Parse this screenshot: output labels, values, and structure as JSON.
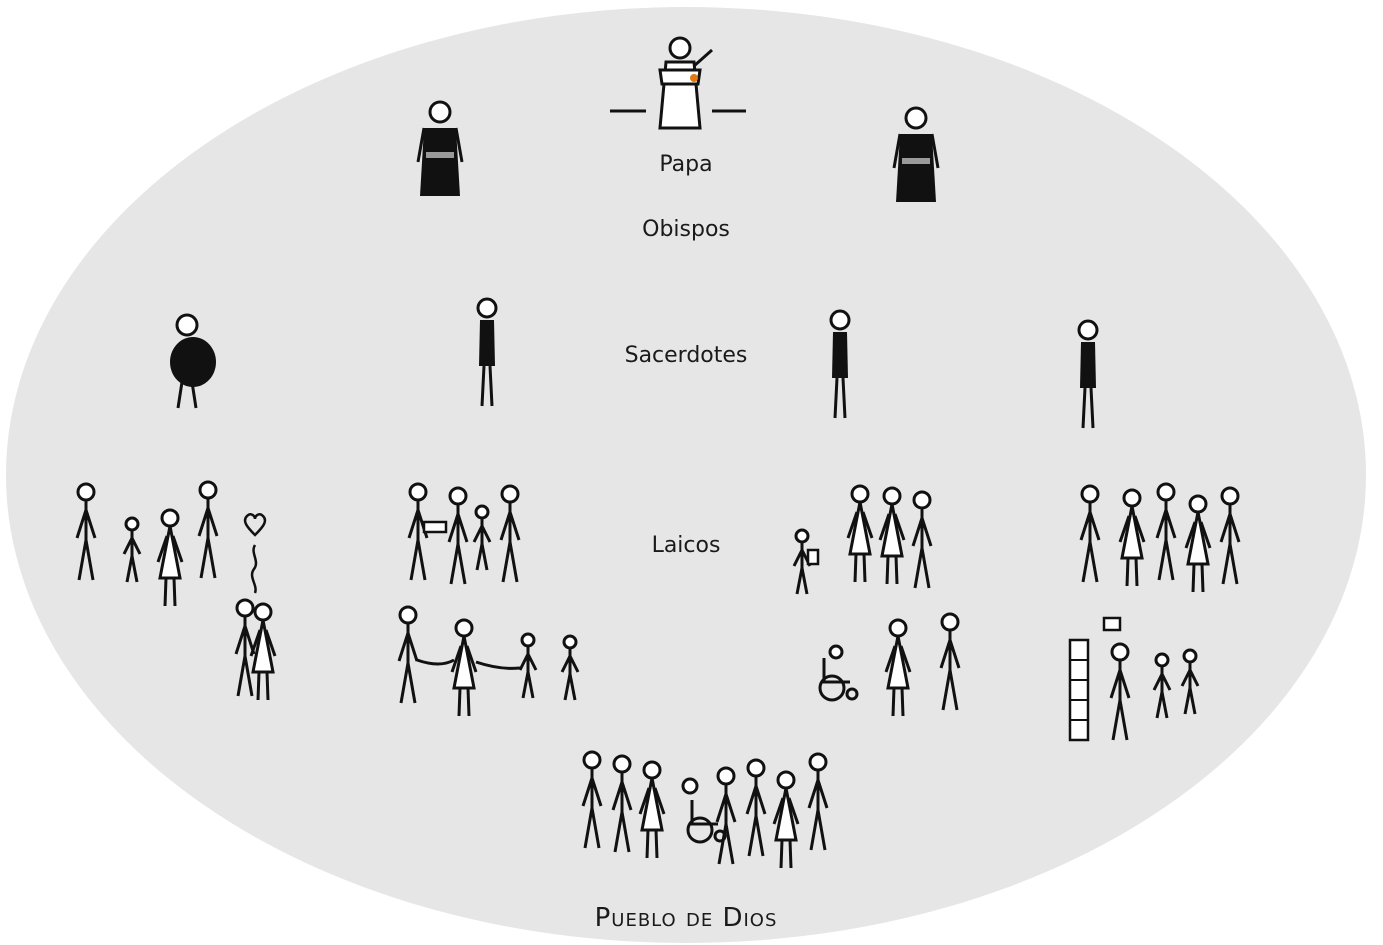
{
  "diagram": {
    "levels": {
      "papa": "Papa",
      "obispos": "Obispos",
      "sacerdotes": "Sacerdotes",
      "laicos": "Laicos",
      "pueblo": "Pueblo de Dios"
    }
  },
  "colors": {
    "ellipse_fill": "#e6e6e6",
    "ink": "#111111",
    "accent": "#e07a10"
  },
  "icons": [
    "pope-figure",
    "bishop-figure",
    "priest-figure",
    "lay-people-group",
    "heart-icon",
    "wheelchair-icon"
  ]
}
